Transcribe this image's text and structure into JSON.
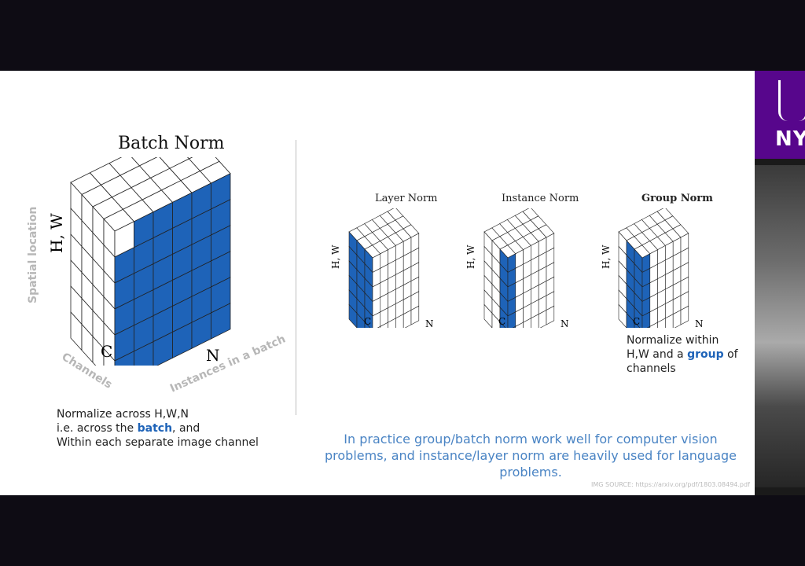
{
  "batch_norm": {
    "title": "Batch Norm",
    "hw_label": "H, W",
    "c_label": "C",
    "n_label": "N",
    "spatial_label": "Spatial location",
    "channels_label": "Channels",
    "instances_label": "Instances in a batch",
    "desc_line1": "Normalize across H,W,N",
    "desc_line2_pre": "i.e. across the ",
    "desc_line2_bold": "batch",
    "desc_line2_post": ", and",
    "desc_line3": "Within each separate image channel"
  },
  "layer_norm": {
    "title": "Layer Norm",
    "hw_label": "H, W",
    "c_label": "C",
    "n_label": "N"
  },
  "instance_norm": {
    "title": "Instance Norm",
    "hw_label": "H, W",
    "c_label": "C",
    "n_label": "N"
  },
  "group_norm": {
    "title": "Group Norm",
    "hw_label": "H, W",
    "c_label": "C",
    "n_label": "N",
    "desc_line1": "Normalize within",
    "desc_line2_pre": "H,W and a ",
    "desc_line2_bold": "group",
    "desc_line2_post": " of",
    "desc_line3": "channels"
  },
  "bottom_text": {
    "line1": "In practice group/batch norm work well for computer vision",
    "line2": "problems, and instance/layer norm are heavily used for language",
    "line3": "problems."
  },
  "source": "IMG SOURCE: https://arxiv.org/pdf/1803.08494.pdf",
  "sidebar": {
    "logo_text": "NY"
  },
  "colors": {
    "highlight": "#1e63b8",
    "accent_text": "#4a84c4",
    "nyu_purple": "#57068c"
  }
}
